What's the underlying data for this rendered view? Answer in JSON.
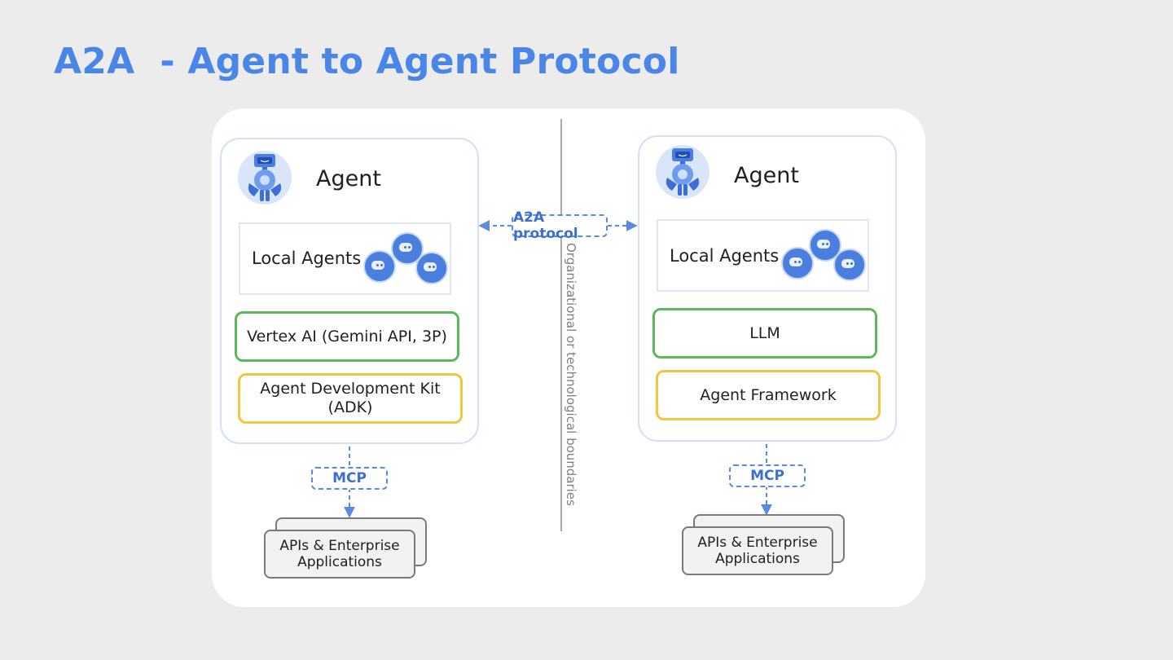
{
  "title": "A2A  - Agent to Agent Protocol",
  "diagram": {
    "protocol_label": "A2A protocol",
    "boundary_label": "Organizational or technological boundaries",
    "left_agent": {
      "title": "Agent",
      "local_agents_label": "Local Agents",
      "model_box": "Vertex AI (Gemini API, 3P)",
      "framework_box": "Agent Development Kit\n(ADK)",
      "mcp_label": "MCP",
      "apis_label": "APIs & Enterprise\nApplications"
    },
    "right_agent": {
      "title": "Agent",
      "local_agents_label": "Local Agents",
      "model_box": "LLM",
      "framework_box": "Agent Framework",
      "mcp_label": "MCP",
      "apis_label": "APIs & Enterprise\nApplications"
    }
  },
  "colors": {
    "title": "#4a86e8",
    "model_border": "#5cb85c",
    "framework_border": "#f4c542",
    "protocol_dash": "#5a8be0"
  },
  "icons": [
    "robot-icon",
    "bot-icon"
  ]
}
